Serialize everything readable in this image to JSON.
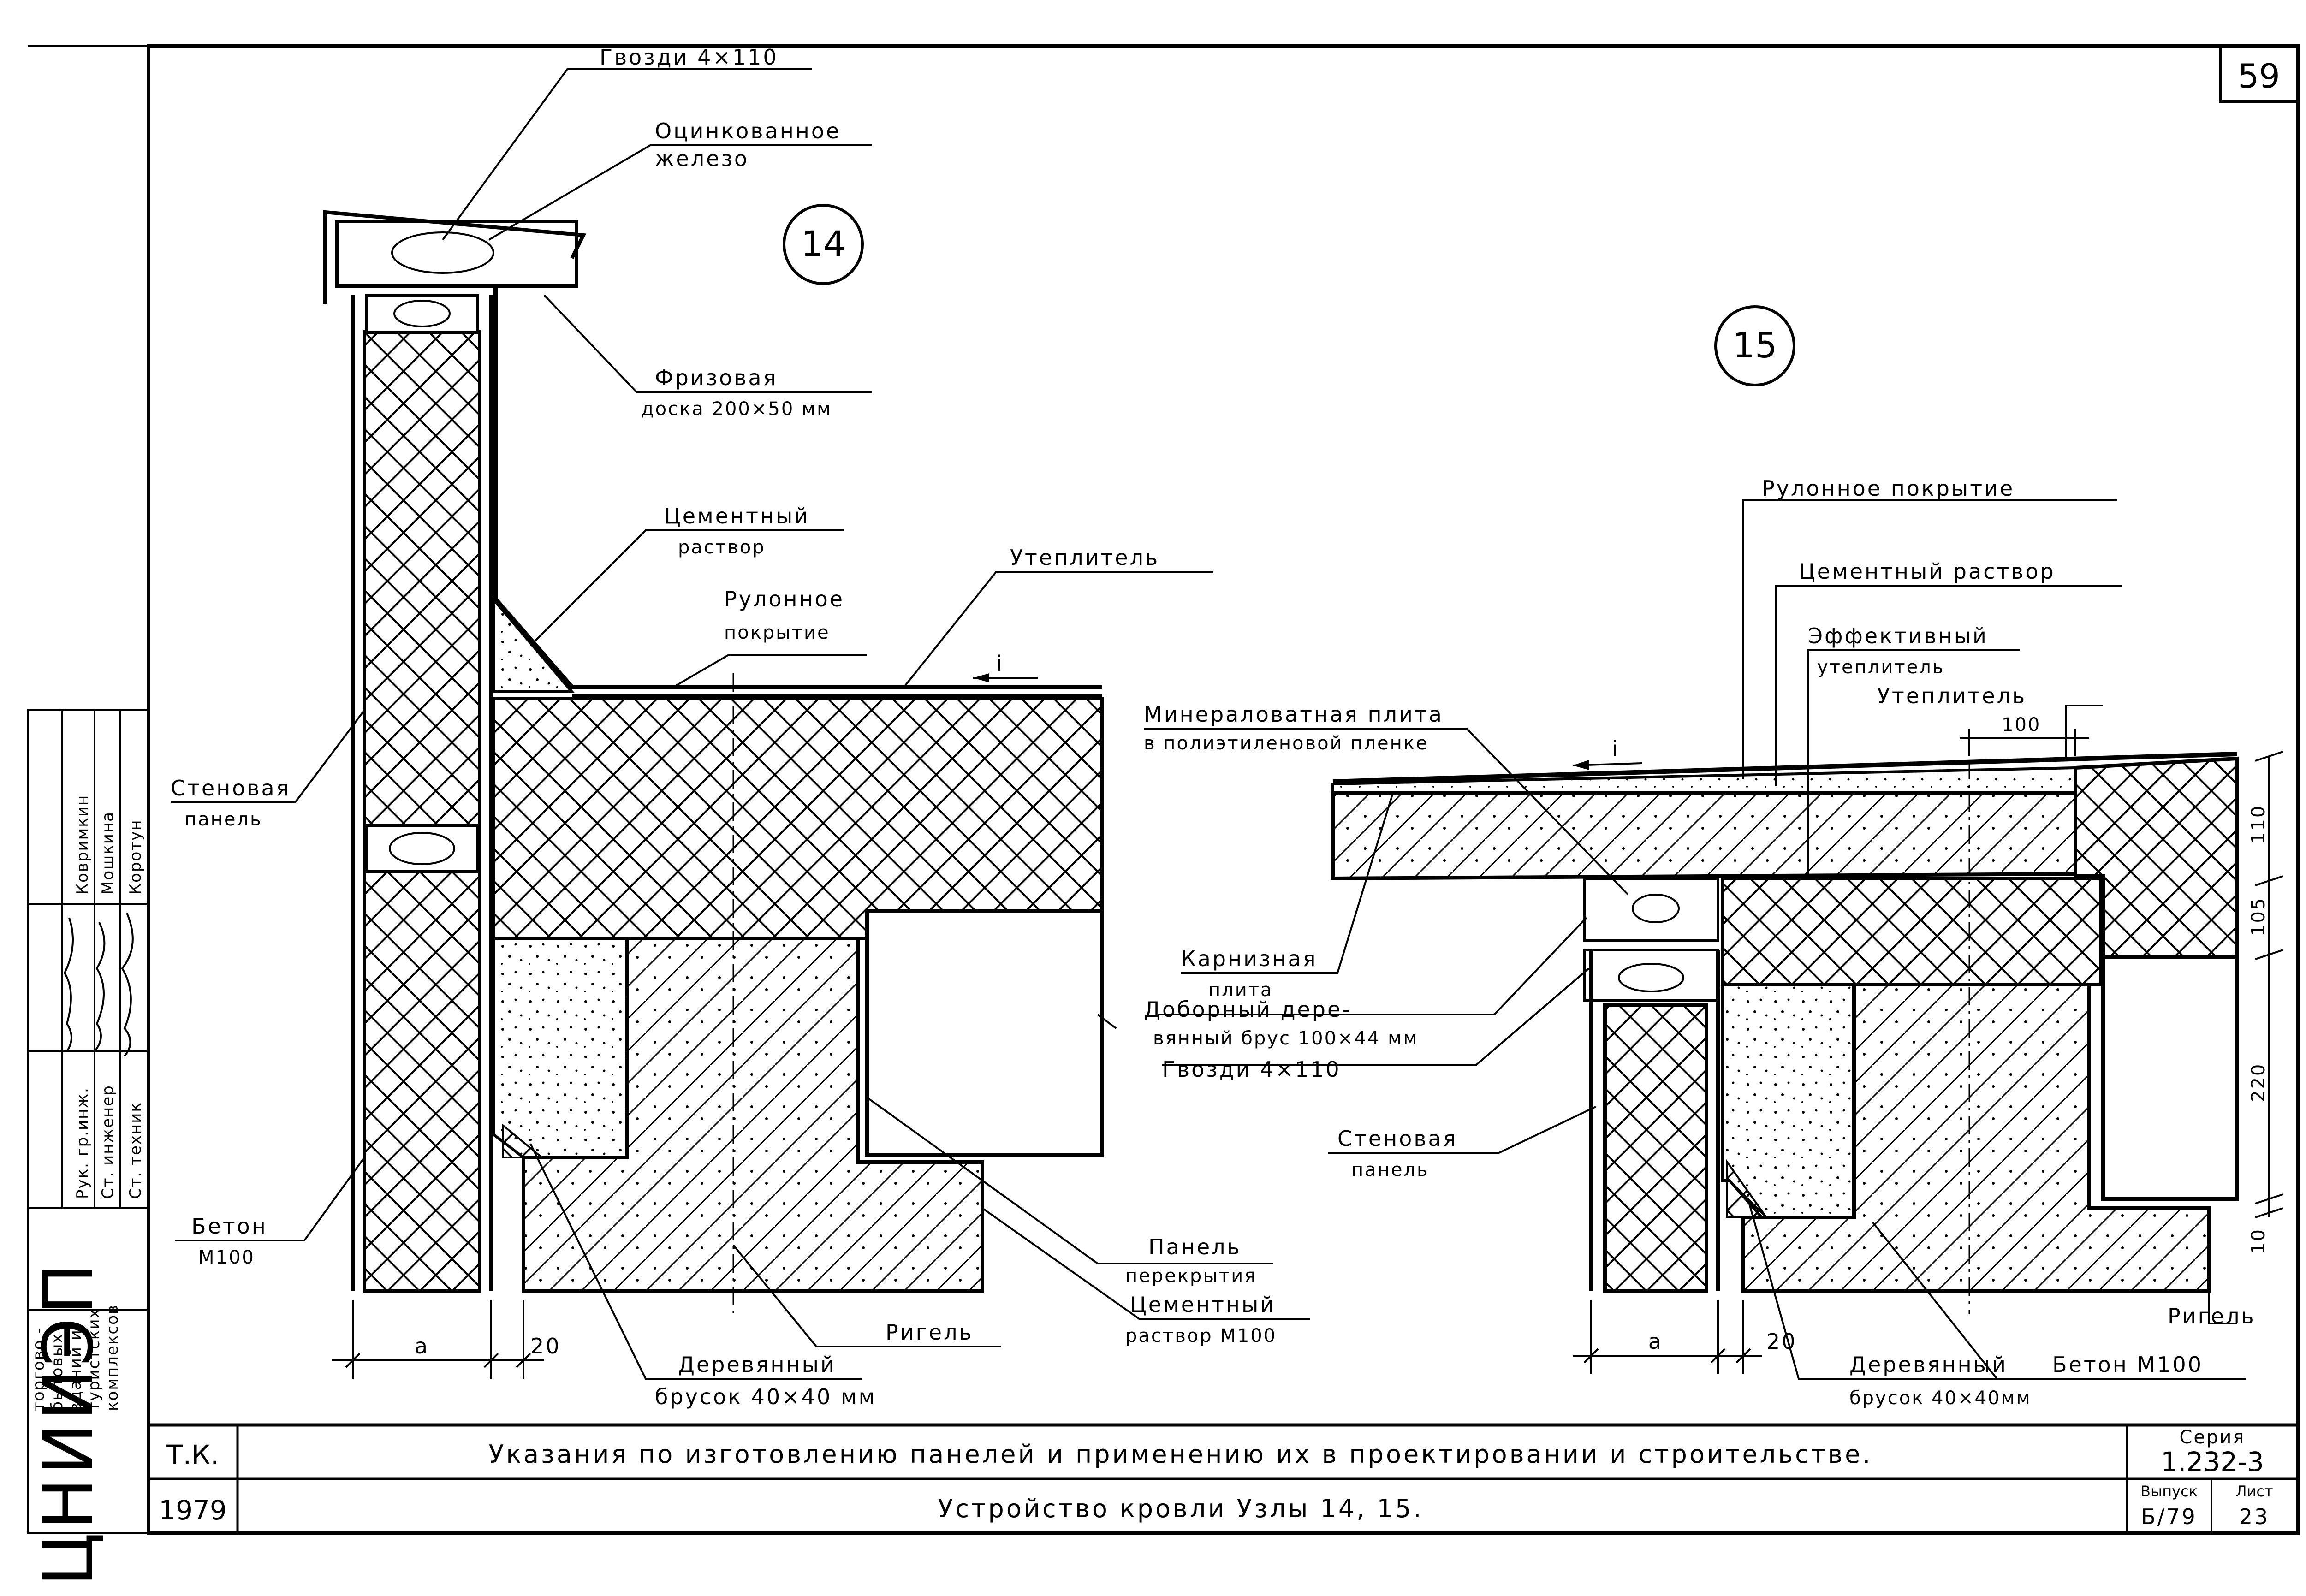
{
  "sheet_number": "59",
  "node_labels": {
    "node14": "14",
    "node15": "15"
  },
  "node14": {
    "nails": "Гвозди 4×110",
    "galv_line1": "Оцинкованное",
    "galv_line2": "железо",
    "frieze_line1": "Фризовая",
    "frieze_line2": "доска 200×50 мм",
    "cement_line1": "Цементный",
    "cement_line2": "раствор",
    "insulation": "Утеплитель",
    "roll_line1": "Рулонное",
    "roll_line2": "покрытие",
    "slope": "i",
    "wall_line1": "Стеновая",
    "wall_line2": "панель",
    "concrete_line1": "Бетон",
    "concrete_line2": "М100",
    "slab_line1": "Панель",
    "slab_line2": "перекрытия",
    "cement100_line1": "Цементный",
    "cement100_line2": "раствор М100",
    "beam": "Ригель",
    "bar_line1": "Деревянный",
    "bar_line2": "брусок 40×40 мм",
    "dim_a": "a",
    "dim_20": "20"
  },
  "node15": {
    "roll": "Рулонное покрытие",
    "cement": "Цементный раствор",
    "eff_line1": "Эффективный",
    "eff_line2": "утеплитель",
    "insulation": "Утеплитель",
    "mineral_line1": "Минераловатная плита",
    "mineral_line2": "в полиэтиленовой пленке",
    "slope": "i",
    "dim_100": "100",
    "eaves_line1": "Карнизная",
    "eaves_line2": "плита",
    "extra_line1": "Доборный дере-",
    "extra_line2": "вянный брус 100×44 мм",
    "nails": "Гвозди 4×110",
    "wall_line1": "Стеновая",
    "wall_line2": "панель",
    "beam": "Ригель",
    "bar_line1": "Деревянный",
    "bar_line2": "брусок 40×40мм",
    "concrete": "Бетон М100",
    "dim_a": "a",
    "dim_20": "20",
    "dims_right": [
      "110",
      "105",
      "220",
      "10"
    ]
  },
  "stamp": {
    "org": "ЦНИИЭП",
    "org_sub": [
      "торгово -",
      "бытовых",
      "зданий и",
      "туристских",
      "комплексов"
    ],
    "roles": [
      "Рук. гр.инж.",
      "Ст. инженер",
      "Ст. техник"
    ],
    "names": [
      "Ковримкин",
      "Мошкина",
      "Коротун"
    ]
  },
  "title_block": {
    "code": "Т.К.",
    "year": "1979",
    "title": "Указания по изготовлению панелей и применению их в проектировании и строительстве.",
    "subtitle": "Устройство кровли  Узлы 14, 15.",
    "series_label": "Серия",
    "series": "1.232-3",
    "issue_label": "Выпуск",
    "issue": "Б/79",
    "sheet_label": "Лист",
    "sheet": "23"
  },
  "colors": {
    "ink": "#000000",
    "paper": "#ffffff"
  }
}
